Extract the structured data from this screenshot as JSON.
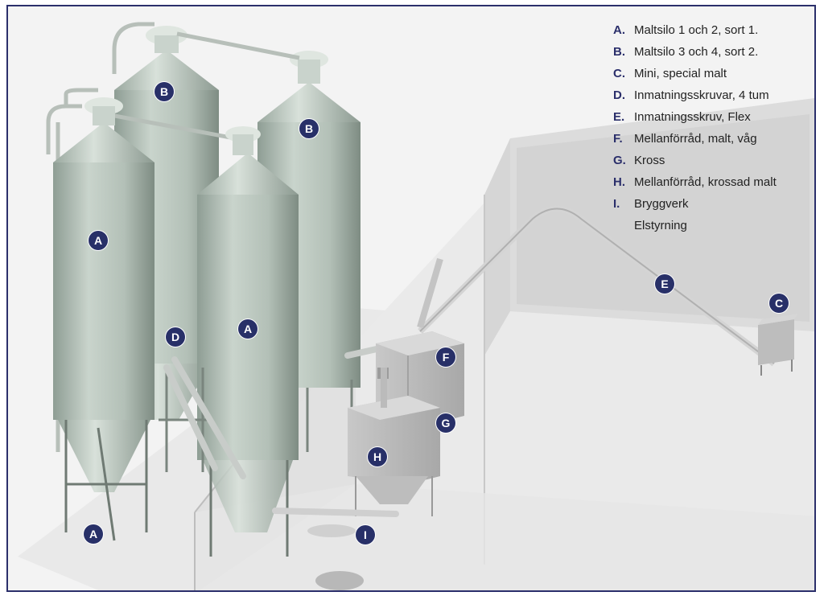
{
  "legend": {
    "items": [
      {
        "letter": "A.",
        "text": "Maltsilo 1 och 2, sort 1."
      },
      {
        "letter": "B.",
        "text": "Maltsilo 3 och 4, sort 2."
      },
      {
        "letter": "C.",
        "text": "Mini, special malt"
      },
      {
        "letter": "D.",
        "text": "Inmatningsskruvar, 4 tum"
      },
      {
        "letter": "E.",
        "text": "Inmatningsskruv, Flex"
      },
      {
        "letter": "F.",
        "text": "Mellanförråd, malt, våg"
      },
      {
        "letter": "G.",
        "text": "Kross"
      },
      {
        "letter": "H.",
        "text": "Mellanförråd, krossad malt"
      },
      {
        "letter": "I.",
        "text": "Bryggverk"
      },
      {
        "letter": "",
        "text": "Elstyrning"
      }
    ]
  },
  "markers": {
    "b1": "B",
    "b2": "B",
    "a1": "A",
    "a2": "A",
    "a3": "A",
    "d": "D",
    "e": "E",
    "c": "C",
    "f": "F",
    "g": "G",
    "h": "H",
    "i": "I"
  },
  "colors": {
    "frame": "#2b2f6b",
    "marker": "#283068",
    "silo": "#b9c6bd",
    "floor": "#eeeeee"
  }
}
